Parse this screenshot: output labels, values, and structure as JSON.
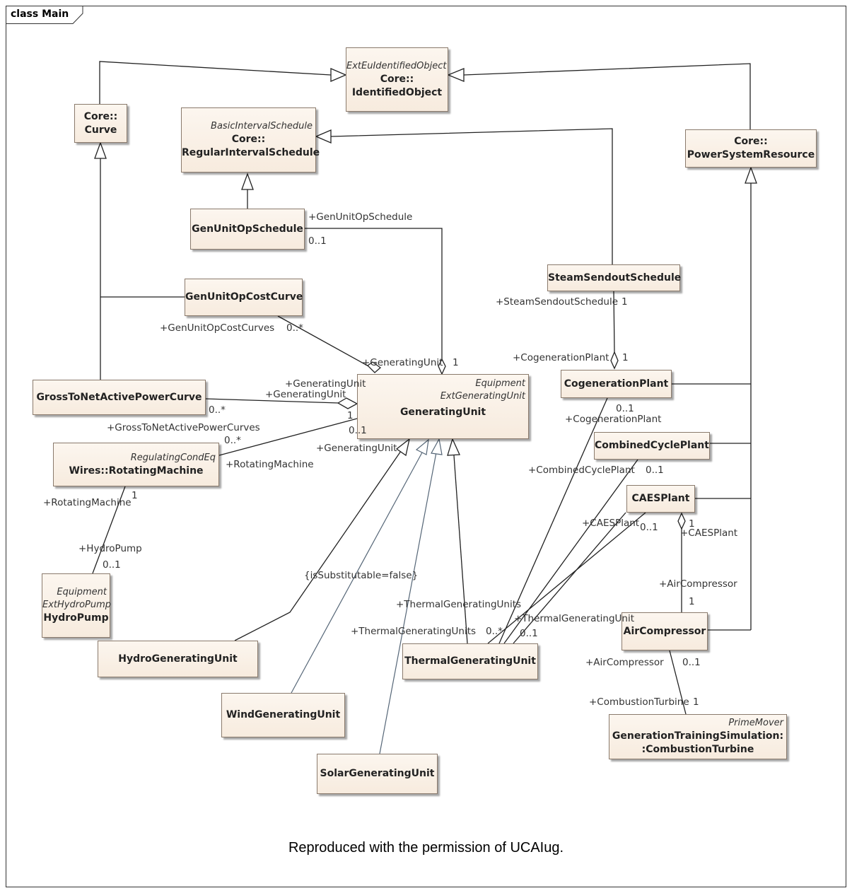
{
  "frame_title": "class Main",
  "classes": {
    "identified_object": {
      "stereotype": "ExtEuIdentifiedObject",
      "name1": "Core::",
      "name2": "IdentifiedObject"
    },
    "curve": {
      "name1": "Core::",
      "name2": "Curve"
    },
    "regular_interval_schedule": {
      "stereotype": "BasicIntervalSchedule",
      "name1": "Core::",
      "name2": "RegularIntervalSchedule"
    },
    "power_system_resource": {
      "name1": "Core::",
      "name2": "PowerSystemResource"
    },
    "gen_unit_op_schedule": {
      "name": "GenUnitOpSchedule"
    },
    "steam_sendout_schedule": {
      "name": "SteamSendoutSchedule"
    },
    "gen_unit_op_cost_curve": {
      "name": "GenUnitOpCostCurve"
    },
    "gross_to_net": {
      "name": "GrossToNetActivePowerCurve"
    },
    "generating_unit": {
      "stereotype1": "Equipment",
      "stereotype2": "ExtGeneratingUnit",
      "name": "GeneratingUnit"
    },
    "cogeneration_plant": {
      "name": "CogenerationPlant"
    },
    "combined_cycle_plant": {
      "name": "CombinedCyclePlant"
    },
    "caes_plant": {
      "name": "CAESPlant"
    },
    "rotating_machine": {
      "stereotype": "RegulatingCondEq",
      "name": "Wires::RotatingMachine"
    },
    "hydro_pump": {
      "stereotype1": "Equipment",
      "stereotype2": "ExtHydroPump",
      "name": "HydroPump"
    },
    "hydro_generating_unit": {
      "name": "HydroGeneratingUnit"
    },
    "wind_generating_unit": {
      "name": "WindGeneratingUnit"
    },
    "solar_generating_unit": {
      "name": "SolarGeneratingUnit"
    },
    "thermal_generating_unit": {
      "name": "ThermalGeneratingUnit"
    },
    "air_compressor": {
      "name": "AirCompressor"
    },
    "combustion_turbine": {
      "stereotype": "PrimeMover",
      "name1": "GenerationTrainingSimulation:",
      "name2": ":CombustionTurbine"
    }
  },
  "labels": {
    "gen_unit_op_schedule_role": "+GenUnitOpSchedule",
    "gen_unit_op_schedule_mult": "0..1",
    "steam_sendout_role": "+SteamSendoutSchedule",
    "steam_sendout_mult": "1",
    "cogen_plant_role_top": "+CogenerationPlant",
    "cogen_plant_mult_top": "1",
    "cost_curves_role": "+GenUnitOpCostCurves",
    "cost_curves_mult": "0..*",
    "gu_role_1": "+GeneratingUnit",
    "gu_mult_1": "1",
    "gu_role_2": "+GeneratingUnit",
    "gu_role_3": "+GeneratingUnit",
    "gross_mult": "0..*",
    "gu_mult_2": "1",
    "gu_mult_3": "0..1",
    "gross_role": "+GrossToNetActivePowerCurves",
    "rm_mult": "0..*",
    "rm_role": "+RotatingMachine",
    "gu_role_4": "+GeneratingUnit",
    "cogen_mult": "0..1",
    "cogen_role": "+CogenerationPlant",
    "ccp_role": "+CombinedCyclePlant",
    "ccp_mult": "0..1",
    "caes_role": "+CAESPlant",
    "caes_mult": "0..1",
    "caes_agg_mult": "1",
    "caes_role_2": "+CAESPlant",
    "air_role": "+AirCompressor",
    "air_mult": "1",
    "rm_role_2": "+RotatingMachine",
    "rm_mult_2": "1",
    "hydro_pump_role": "+HydroPump",
    "hydro_pump_mult": "0..1",
    "constraint": "{isSubstitutable=false}",
    "tgu_role_1": "+ThermalGeneratingUnits",
    "tgu_role_2": "+ThermalGeneratingUnits",
    "tgu_mult": "0..*",
    "tgu_role_3": "+ThermalGeneratingUnit",
    "tgu_mult_2": "0..1",
    "air_role_2": "+AirCompressor",
    "air_mult_2": "0..1",
    "ct_role": "+CombustionTurbine",
    "ct_mult": "1"
  },
  "footer": "Reproduced with the permission of UCAIug."
}
